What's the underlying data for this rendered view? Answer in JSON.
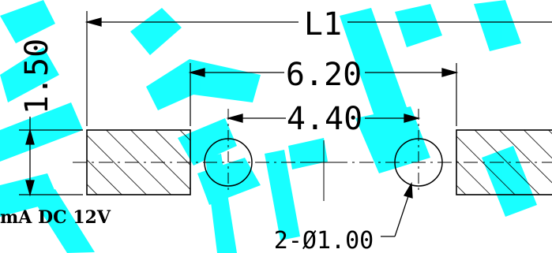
{
  "drawing": {
    "dimensions": {
      "overall_length": "L1",
      "outer_span": "6.20",
      "hole_pitch": "4.40",
      "height": "1.50",
      "holes": "2-Ø1.00"
    },
    "note": "mA DC 12V",
    "watermark": {
      "color": "#00ffff"
    },
    "colors": {
      "line": "#000000",
      "watermark": "#00ffff",
      "background": "#ffffff"
    }
  }
}
